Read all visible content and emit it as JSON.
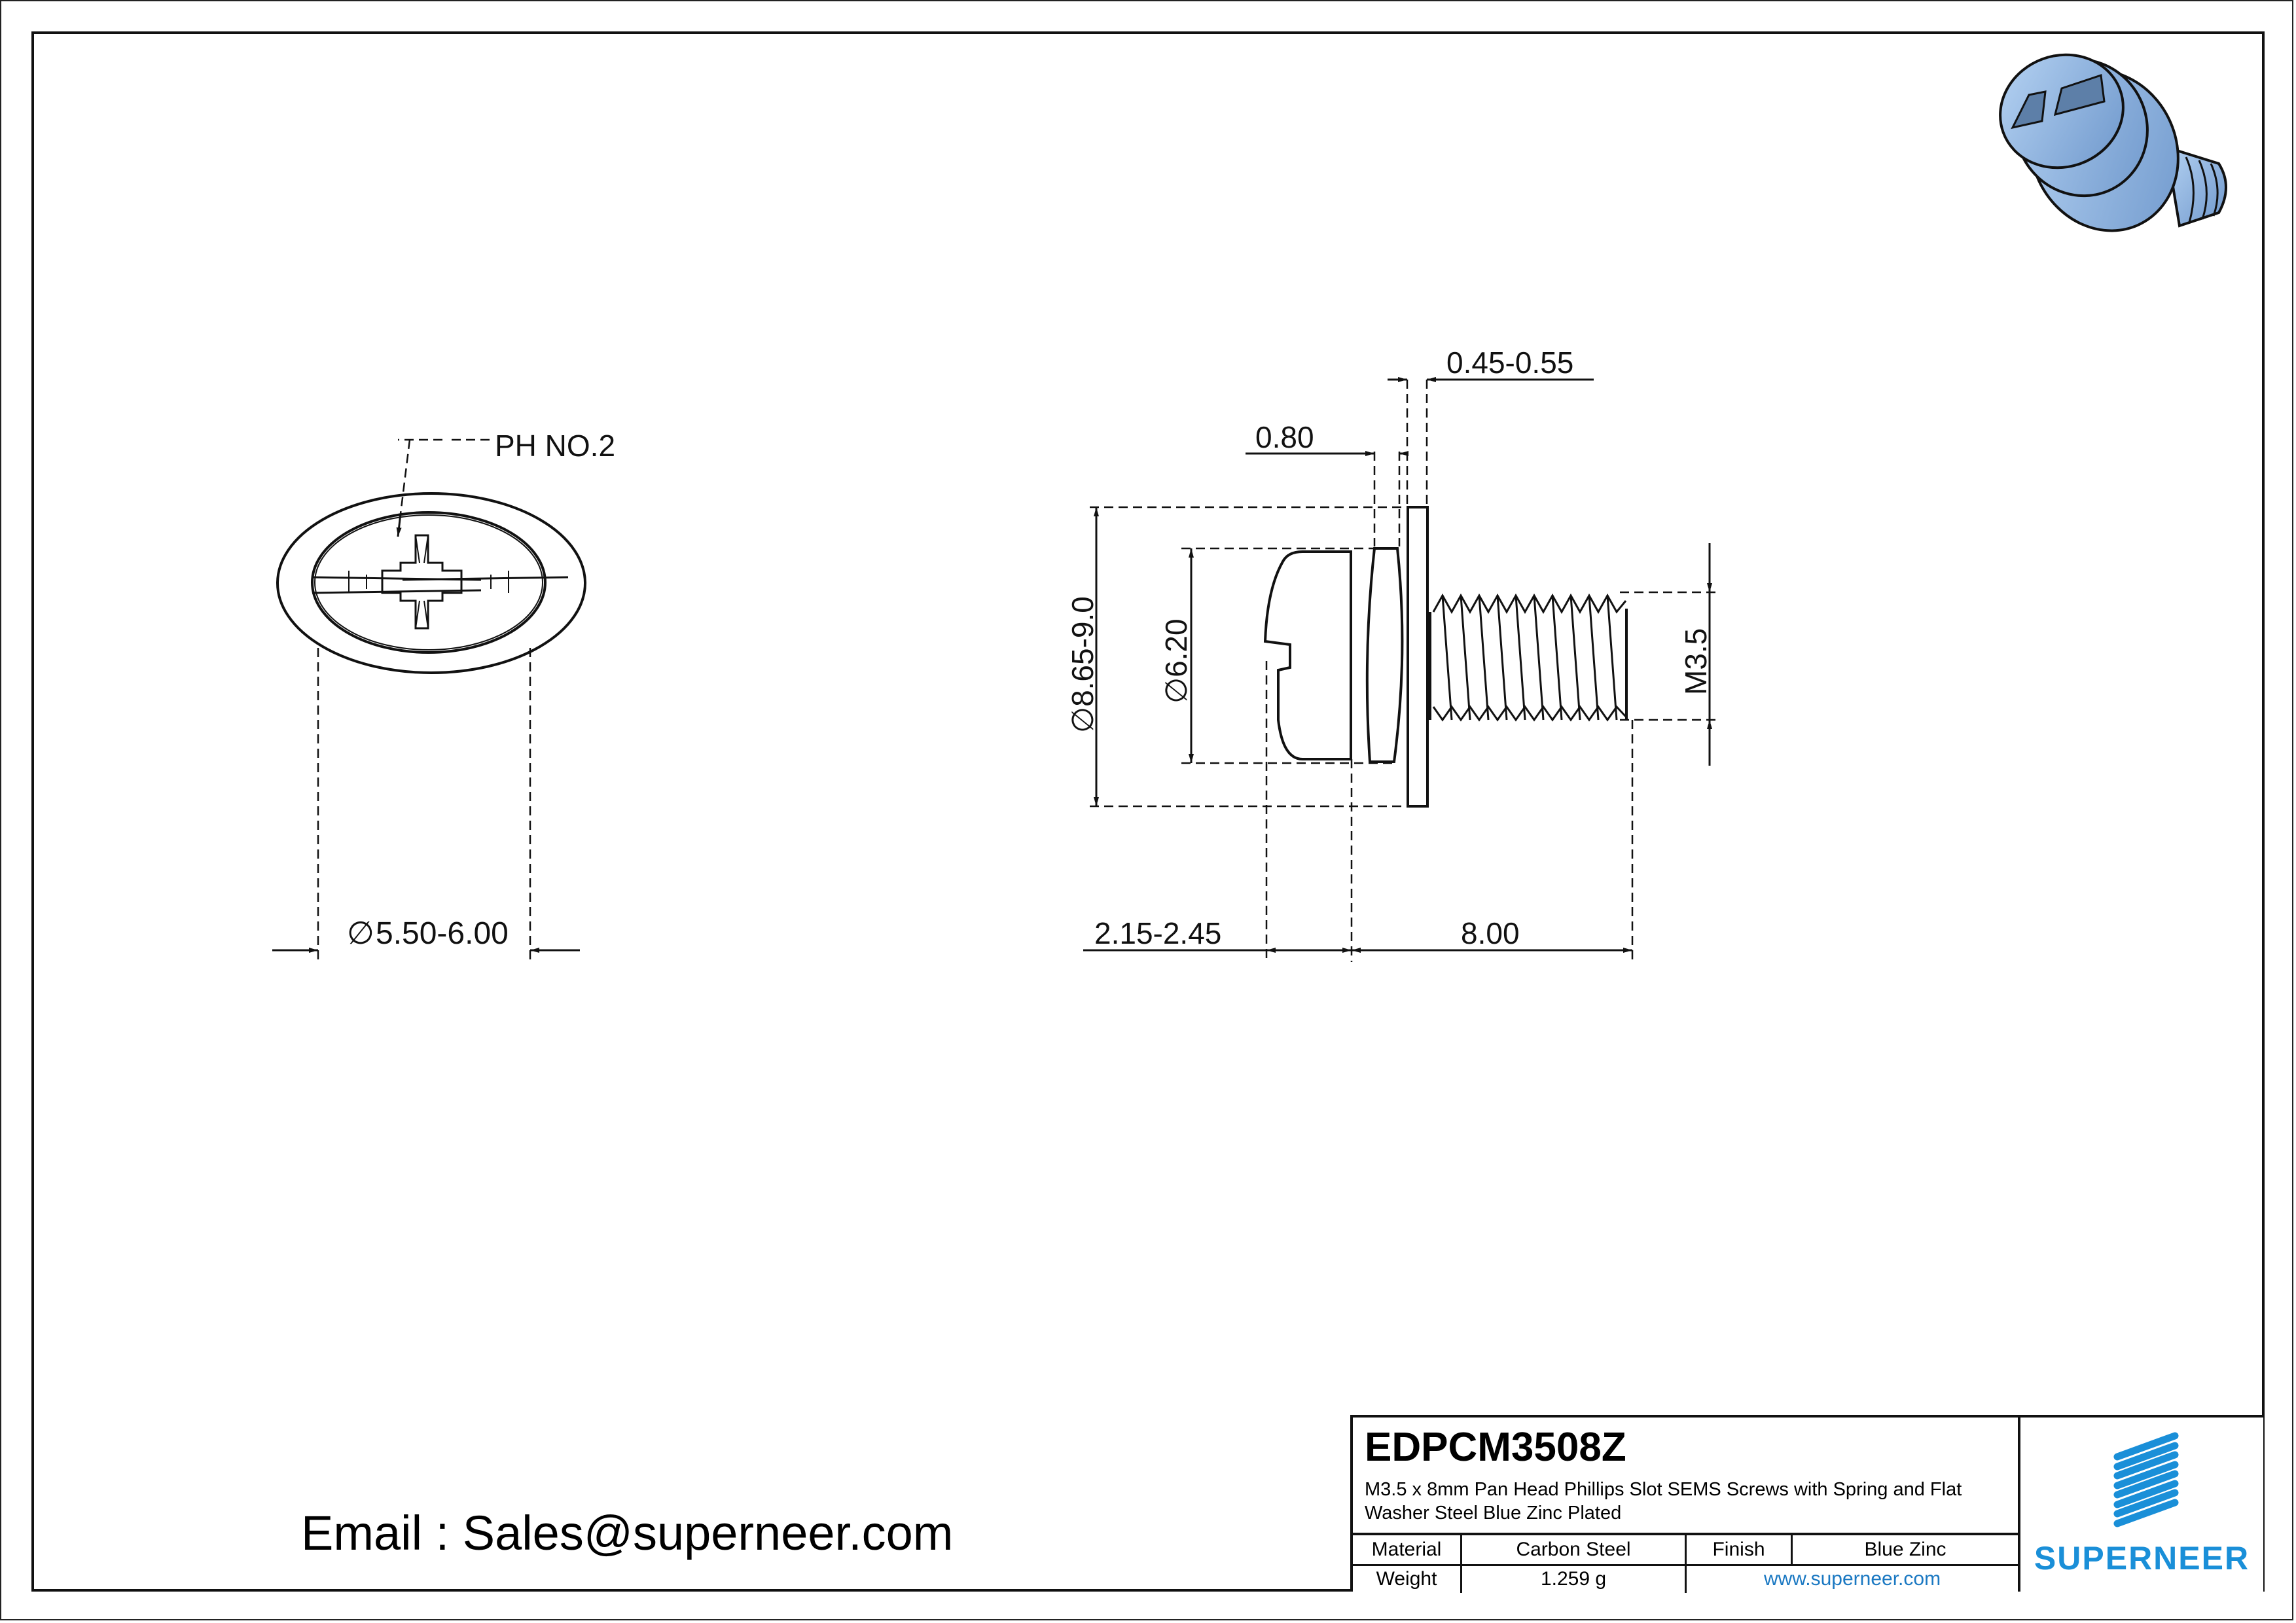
{
  "drawing": {
    "part_number": "EDPCM3508Z",
    "description": "M3.5 x 8mm Pan Head Phillips Slot SEMS Screws with Spring and Flat Washer Steel Blue Zinc Plated",
    "email": "Email : Sales@superneer.com"
  },
  "front_view": {
    "callout": "PH NO.2",
    "diameter_dim": "5.50-6.00",
    "diameter_symbol": "∅"
  },
  "side_view": {
    "washer_thickness": "0.45-0.55",
    "spring_washer_thickness": "0.80",
    "washer_diameter": "∅8.65-9.0",
    "head_diameter": "∅6.20",
    "thread_size": "M3.5",
    "head_height": "2.15-2.45",
    "length": "8.00"
  },
  "title_block": {
    "material_label": "Material",
    "material_value": "Carbon Steel",
    "finish_label": "Finish",
    "finish_value": "Blue Zinc",
    "weight_label": "Weight",
    "weight_value": "1.259 g",
    "website": "www.superneer.com",
    "brand": "SUPERNEER"
  },
  "colors": {
    "brand_blue": "#1a8fd8",
    "link_blue": "#1a78c2",
    "line": "#111111",
    "part_blue": "#8fb8e8"
  }
}
